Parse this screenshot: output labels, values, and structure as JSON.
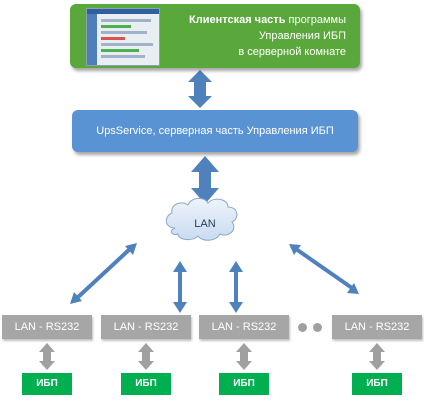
{
  "client": {
    "title_bold": "Клиентская часть",
    "title_rest": " программы",
    "line2": "Управления ИБП",
    "line3": "в серверной комнате"
  },
  "service": {
    "label": "UpsService, серверная часть Управления ИБП"
  },
  "network": {
    "cloud_label": "LAN"
  },
  "converters": [
    {
      "label": "LAN - RS232"
    },
    {
      "label": "LAN - RS232"
    },
    {
      "label": "LAN - RS232"
    },
    {
      "label": "LAN - RS232"
    }
  ],
  "ups_units": [
    {
      "label": "ИБП"
    },
    {
      "label": "ИБП"
    },
    {
      "label": "ИБП"
    },
    {
      "label": "ИБП"
    }
  ],
  "colors": {
    "client_box": "#5aa83c",
    "service_box": "#5a93d4",
    "arrow_blue": "#4f81bd",
    "converter_gray": "#a6a6a6",
    "ups_green": "#00b050"
  }
}
